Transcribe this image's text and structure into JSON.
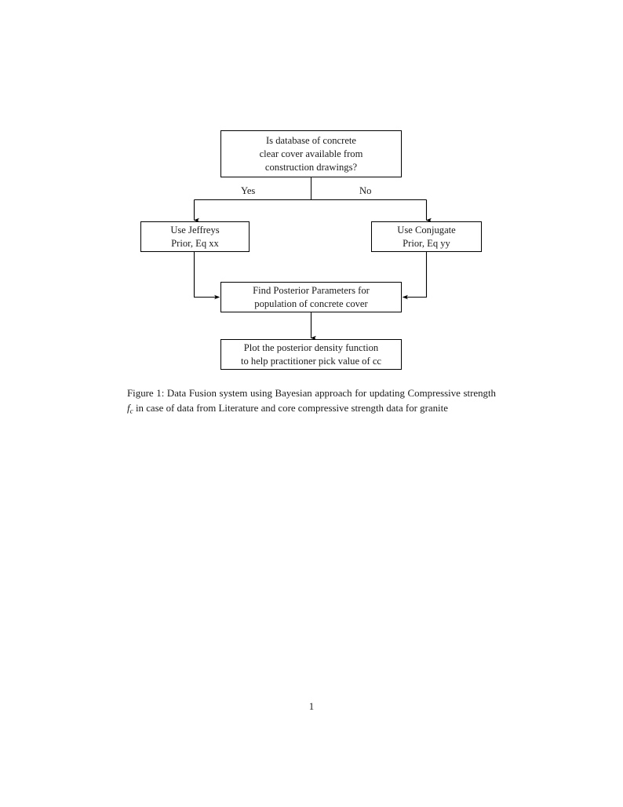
{
  "document": {
    "page_number": "1"
  },
  "figure": {
    "nodes": {
      "decision": {
        "lines": [
          "Is database of concrete",
          "clear cover available from",
          "construction drawings?"
        ]
      },
      "jeffreys": {
        "lines": [
          "Use Jeffreys",
          "Prior, Eq xx"
        ]
      },
      "conjugate": {
        "lines": [
          "Use Conjugate",
          "Prior, Eq yy"
        ]
      },
      "posterior": {
        "lines": [
          "Find Posterior Parameters for",
          "population of concrete cover"
        ]
      },
      "plot": {
        "lines": [
          "Plot the posterior density function",
          "to help practitioner pick value of cc"
        ]
      }
    },
    "edge_labels": {
      "yes": "Yes",
      "no": "No"
    }
  },
  "caption": {
    "label": "Figure 1:",
    "text_before_math": " Data Fusion system using Bayesian approach for updating Compressive strength ",
    "math_var": "f",
    "math_sub": "c",
    "text_after_math": " in case of data from Literature and core compressive strength data for granite"
  },
  "colors": {
    "ink": "#1a1a1a",
    "stroke": "#000000",
    "paper": "#ffffff"
  }
}
